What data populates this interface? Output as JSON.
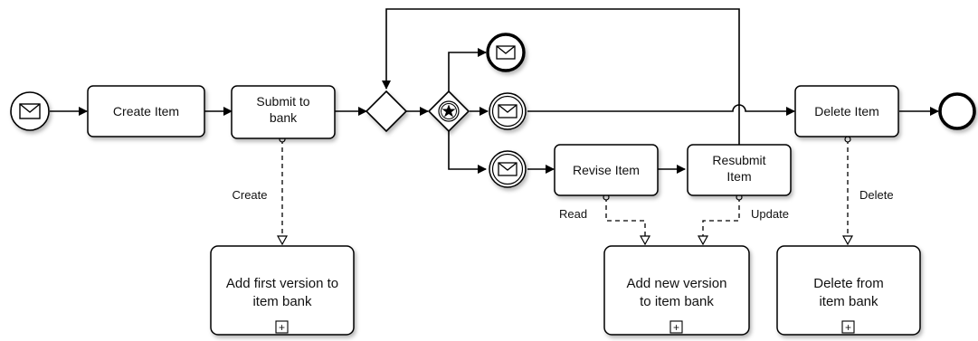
{
  "tasks": {
    "create_item": "Create Item",
    "submit_line1": "Submit to",
    "submit_line2": "bank",
    "revise_item": "Revise Item",
    "resubmit_line1": "Resubmit",
    "resubmit_line2": "Item",
    "delete_item": "Delete Item"
  },
  "subprocesses": {
    "add_first_line1": "Add first version to",
    "add_first_line2": "item bank",
    "add_new_line1": "Add new version",
    "add_new_line2": "to item bank",
    "delete_from_line1": "Delete from",
    "delete_from_line2": "item bank",
    "expand_marker": "+"
  },
  "associations": {
    "create": "Create",
    "read": "Read",
    "update": "Update",
    "delete": "Delete"
  },
  "icons": {
    "start_event": "envelope-icon",
    "message_end_event": "envelope-icon",
    "intermediate_events": "envelope-icon",
    "event_gateway": "star-icon"
  }
}
